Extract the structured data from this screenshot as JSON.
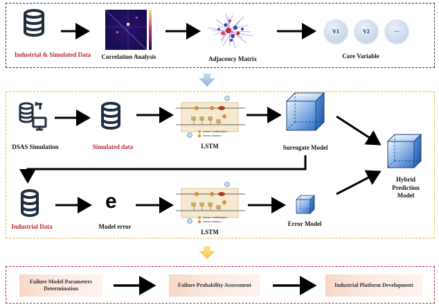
{
  "top": {
    "data_label": "Industrial & Simulated Data",
    "correlation_label": "Correlation Analysis",
    "adjacency_label": "Adjacency Matrix",
    "core_label": "Core Variable",
    "core_vars": [
      "V1",
      "V2",
      "···"
    ]
  },
  "middle": {
    "dsas_label": "DSAS Simulation",
    "simulated_label": "Simulated data",
    "lstm_label_1": "LSTM",
    "surrogate_label": "Surrogate Model",
    "hybrid_label": "Hybrid Prediction Model",
    "industrial_label": "Industrial Data",
    "model_error_symbol": "e",
    "model_error_label": "Model error",
    "lstm_label_2": "LSTM",
    "error_model_label": "Error Model",
    "lstm_legend_mult": "Vector multiplication",
    "lstm_legend_add": "Vector Addition"
  },
  "bottom": {
    "steps": [
      "Failure Model Parameters Determination",
      "Failure Probability Assessment",
      "Industrial Platform Development"
    ]
  },
  "colors": {
    "top_border": "#1f2d4d",
    "middle_border": "#f2b52b",
    "bottom_border": "#b8202a",
    "red_text": "#c0242a",
    "db_icon": "#1f2d3d"
  }
}
